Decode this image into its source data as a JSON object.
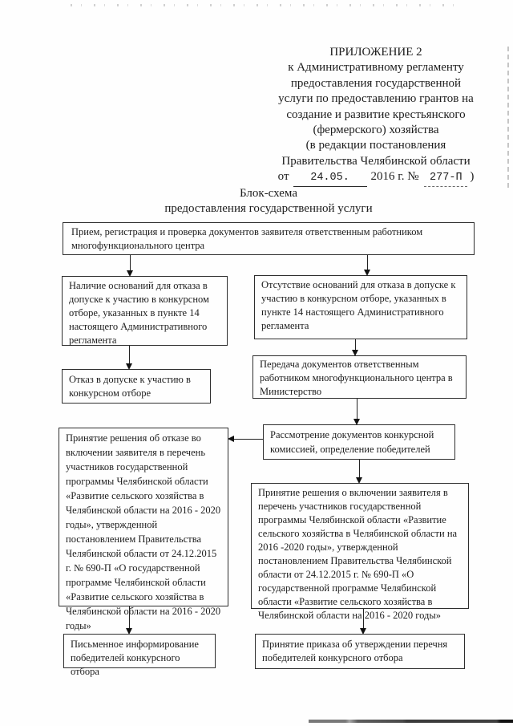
{
  "colors": {
    "ink": "#1d1d1d",
    "paper": "#fefefe",
    "box_border": "#2e2e2e",
    "scan_line": "#4a4a4a"
  },
  "header": {
    "lines": [
      "ПРИЛОЖЕНИЕ 2",
      "к Административному регламенту",
      "предоставления государственной",
      "услуги по предоставлению грантов на",
      "создание и развитие крестьянского",
      "(фермерского) хозяйства",
      "(в редакции постановления",
      "Правительства Челябинской области"
    ],
    "date": {
      "prefix": "от",
      "date_value": "24.05.",
      "mid": "2016 г. №",
      "number_value": "277-П",
      "suffix": ")"
    }
  },
  "title": {
    "line1": "Блок-схема",
    "line2": "предоставления государственной услуги"
  },
  "flowchart": {
    "reception": "Прием, регистрация и проверка документов заявителя ответственным работником многофункционального центра",
    "grounds_refusal": "Наличие оснований для отказа в допуске к участию в конкурсном отборе, указанных в пункте 14 настоящего Административного регламента",
    "no_grounds": "Отсутствие оснований для отказа в допуске к участию в конкурсном отборе, указанных в пункте 14 настоящего  Административного регламента",
    "refusal_admission": "Отказ в допуске к участию в конкурсном отборе",
    "transfer_documents": "Передача документов ответственным работником многофункционального центра в Министерство",
    "commission_review": "Рассмотрение документов конкурсной комиссией, определение победителей",
    "decision_refuse": "Принятие решения об отказе во включении заявителя в перечень участников государственной программы Челябинской области «Развитие сельского хозяйства в Челябинской области на 2016 - 2020 годы», утвержденной постановлением Правительства Челябинской области от 24.12.2015 г. № 690-П «О государственной программе Челябинской области «Развитие сельского хозяйства в Челябинской области на 2016 - 2020 годы»",
    "decision_include": "Принятие решения о включении заявителя в перечень участников государственной программы  Челябинской области «Развитие сельского хозяйства в Челябинской области на 2016 -2020 годы», утвержденной постановлением Правительства Челябинской области от 24.12.2015 г. № 690-П «О государственной программе Челябинской области «Развитие сельского хозяйства в Челябинской области на 2016 - 2020 годы»",
    "written_notification": "Письменное информирование победителей конкурсного отбора",
    "order_approval": "Принятие приказа об утверждении перечня победителей конкурсного отбора"
  }
}
